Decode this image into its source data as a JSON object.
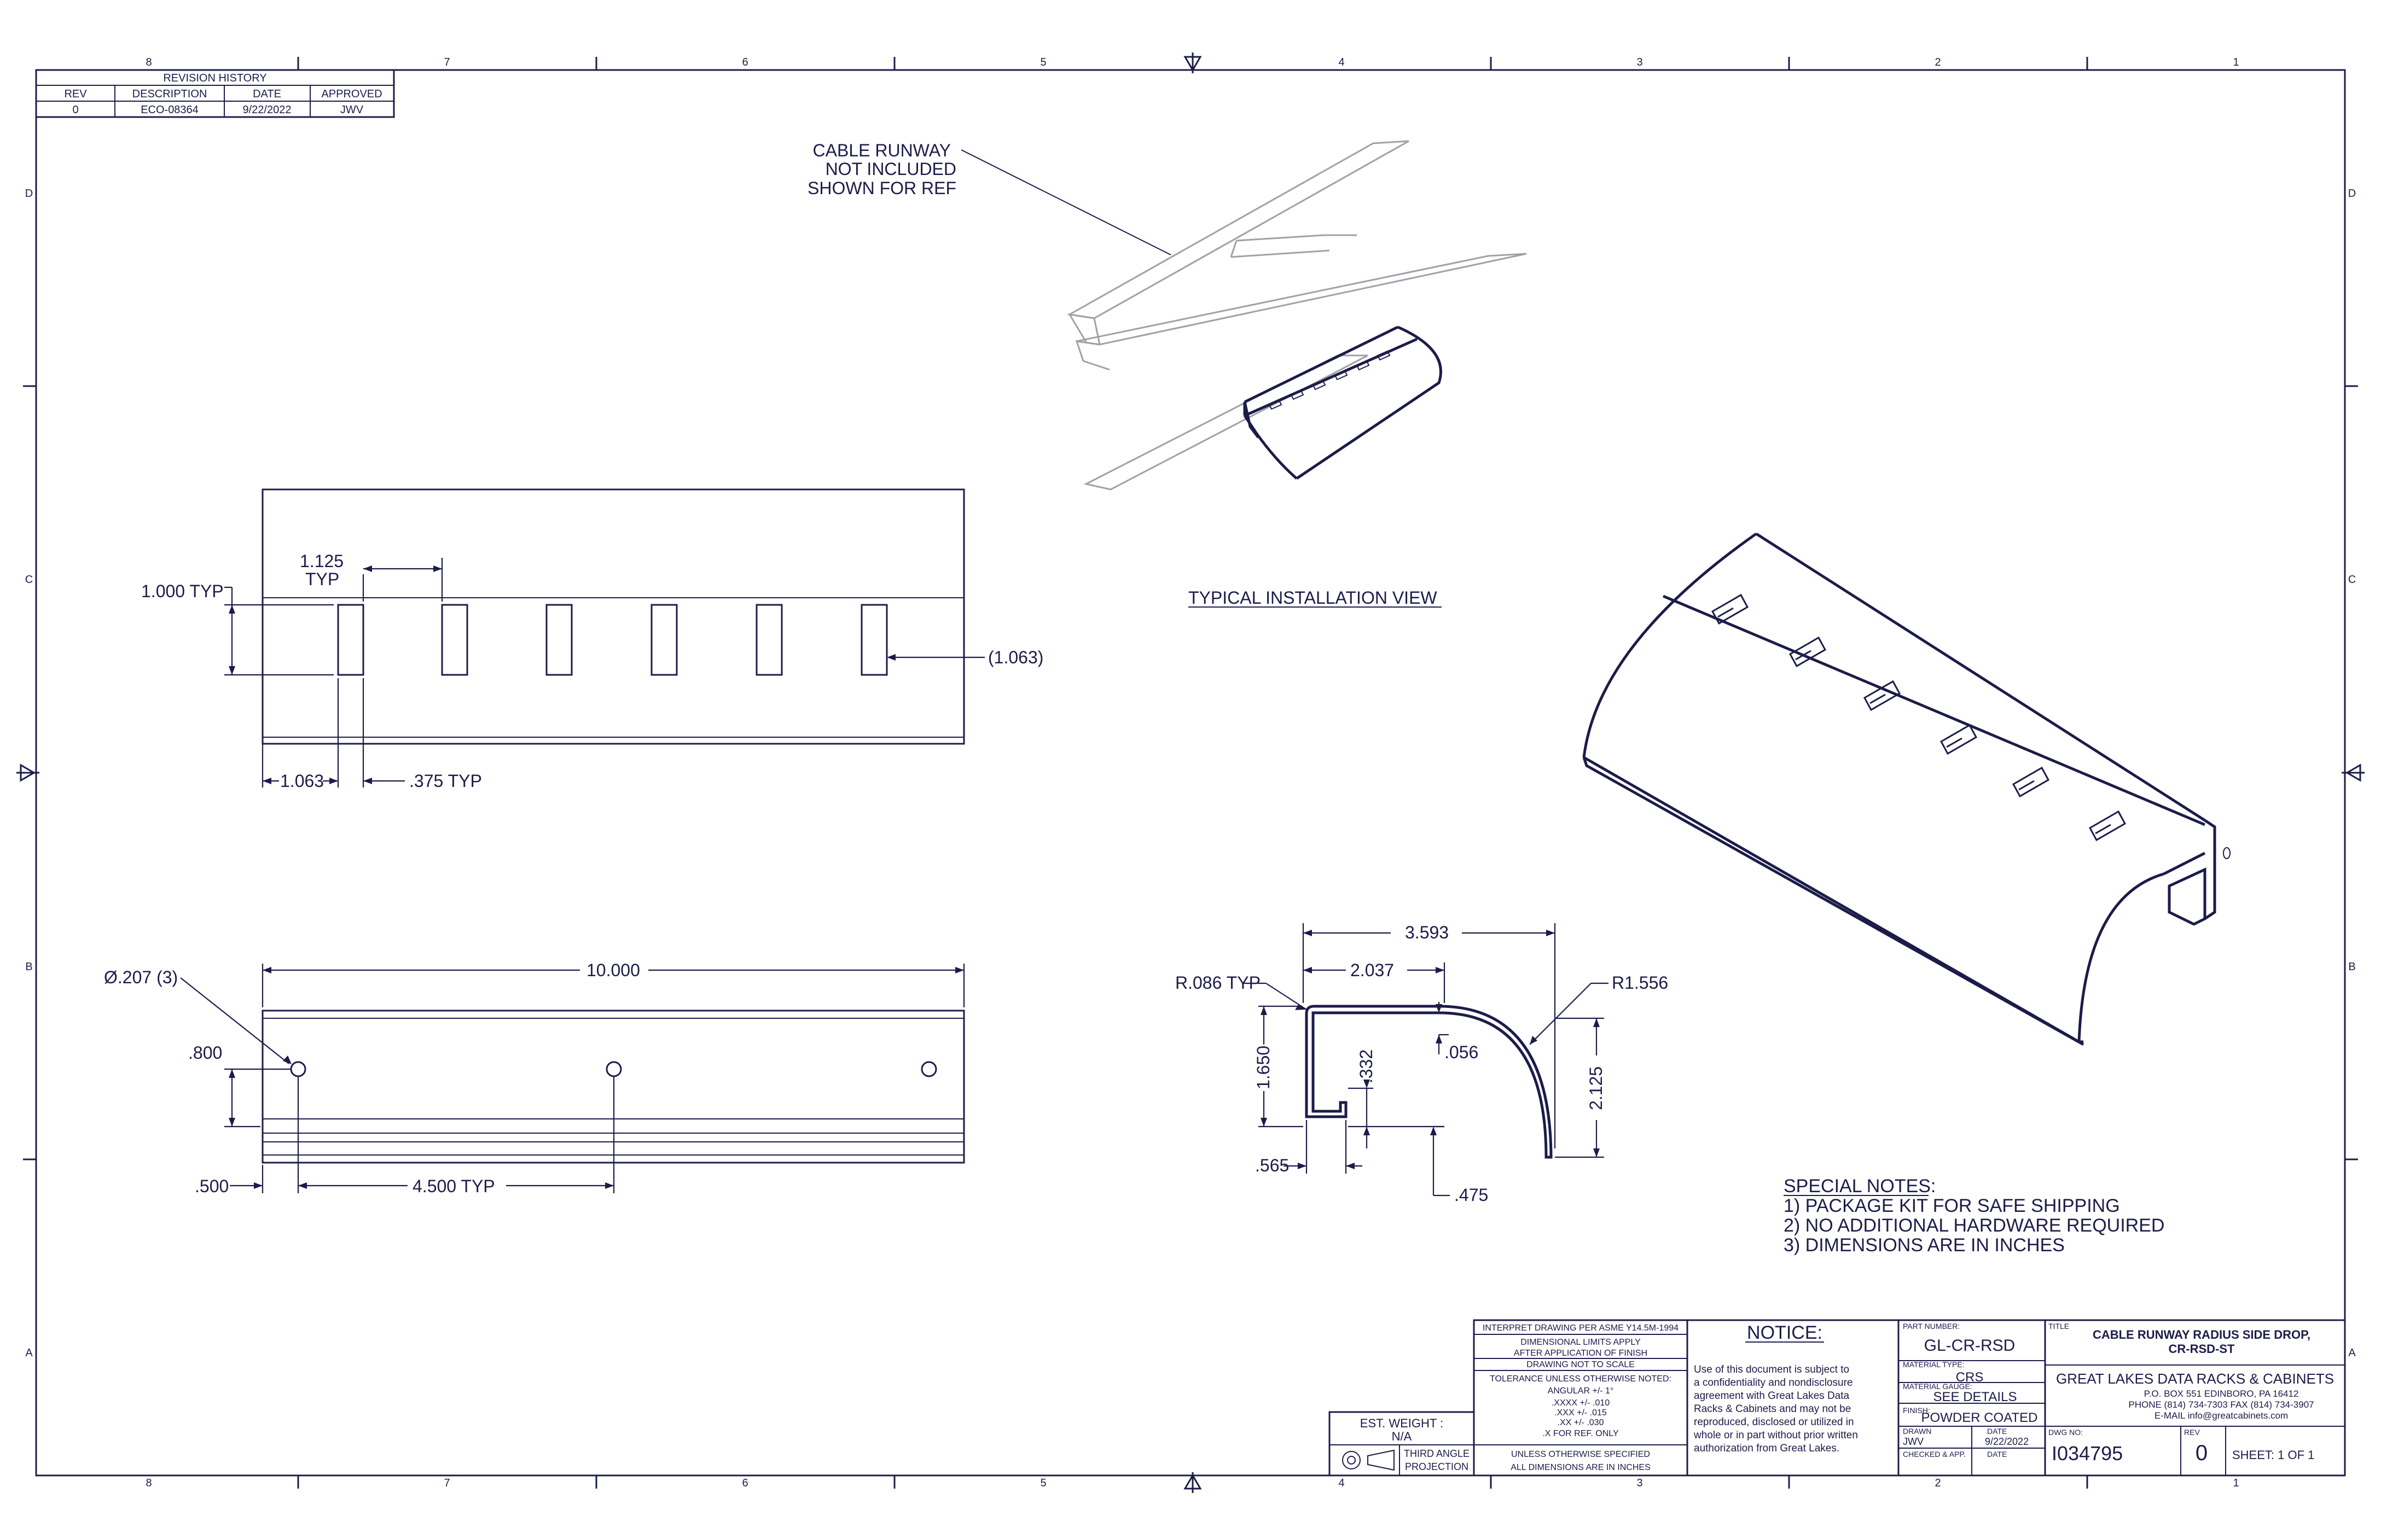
{
  "colors": {
    "ink": "#1c1c4a",
    "reference": "#a0a0a8",
    "paper": "#ffffff"
  },
  "zones": {
    "columns": [
      "8",
      "7",
      "6",
      "5",
      "4",
      "3",
      "2",
      "1"
    ],
    "rows": [
      "D",
      "C",
      "B",
      "A"
    ]
  },
  "revision_history": {
    "title": "REVISION HISTORY",
    "headers": [
      "REV",
      "DESCRIPTION",
      "DATE",
      "APPROVED"
    ],
    "rows": [
      [
        "0",
        "ECO-08364",
        "9/22/2022",
        "JWV"
      ]
    ]
  },
  "iso_callout": {
    "line1": "CABLE RUNWAY",
    "line2": "NOT INCLUDED",
    "line3": "SHOWN FOR REF"
  },
  "install_view_label": "TYPICAL INSTALLATION VIEW",
  "top_view": {
    "slot_spacing": "1.125",
    "slot_spacing_typ": "TYP",
    "slot_height": "1.000 TYP",
    "end_offset": "(1.063)",
    "start_offset": "1.063",
    "slot_width": ".375 TYP"
  },
  "side_view": {
    "hole_dia": "Ø.207 (3)",
    "length": "10.000",
    "hole_height": ".800",
    "hole_edge": ".500",
    "hole_pitch": "4.500 TYP"
  },
  "section_view": {
    "width": "3.593",
    "flat": "2.037",
    "inner_radius": "R.086 TYP",
    "outer_radius": "R1.556",
    "height_left": "1.650",
    "lip_height": ".332",
    "thickness": ".056",
    "height_right": "2.125",
    "lip_offset": ".565",
    "drop": ".475"
  },
  "special_notes": {
    "title": "SPECIAL NOTES:",
    "items": [
      "1)  PACKAGE KIT FOR SAFE SHIPPING",
      "2)  NO ADDITIONAL HARDWARE REQUIRED",
      "3)  DIMENSIONS ARE IN INCHES"
    ]
  },
  "title_block": {
    "est_weight_label": "EST. WEIGHT :",
    "est_weight_value": "N/A",
    "projection_line1": "THIRD ANGLE",
    "projection_line2": "PROJECTION",
    "tolerance_lines": [
      "INTERPRET DRAWING PER ASME Y14.5M-1994",
      "DIMENSIONAL LIMITS APPLY",
      "AFTER APPLICATION OF FINISH",
      "DRAWING NOT TO SCALE",
      "TOLERANCE UNLESS OTHERWISE NOTED:",
      "ANGULAR +/- 1°",
      ".XXXX +/- .010",
      ".XXX +/- .015",
      ".XX +/- .030",
      ".X FOR REF. ONLY"
    ],
    "units_line1": "UNLESS OTHERWISE SPECIFIED",
    "units_line2": "ALL DIMENSIONS ARE IN INCHES",
    "notice_title": "NOTICE:",
    "notice_lines": [
      "Use of this document is subject to",
      "a confidentiality and nondisclosure",
      "agreement with Great Lakes Data",
      "Racks & Cabinets and may not be",
      "reproduced, disclosed or utilized in",
      "whole or in part without prior written",
      "authorization from Great Lakes."
    ],
    "part_number_label": "PART NUMBER:",
    "part_number": "GL-CR-RSD",
    "material_type_label": "MATERIAL TYPE:",
    "material_type": "CRS",
    "material_gauge_label": "MATERIAL GAUGE:",
    "material_gauge": "SEE DETAILS",
    "finish_label": "FINISH:",
    "finish": "POWDER COATED",
    "drawn_label": "DRAWN",
    "date_label": "DATE",
    "drawn_by": "JWV",
    "drawn_date": "9/22/2022",
    "checked_label": "CHECKED & APP.",
    "checked_date_label": "DATE",
    "title_label": "TITLE",
    "title_line1": "CABLE RUNWAY RADIUS SIDE DROP,",
    "title_line2": "CR-RSD-ST",
    "company": "GREAT LAKES DATA RACKS & CABINETS",
    "address": "P.O. BOX 551 EDINBORO, PA 16412",
    "phone": "PHONE (814) 734-7303 FAX (814) 734-3907",
    "email": "E-MAIL info@greatcabinets.com",
    "dwg_no_label": "DWG NO:",
    "dwg_no": "I034795",
    "rev_label": "REV",
    "rev": "0",
    "sheet": "SHEET:  1  OF  1"
  }
}
